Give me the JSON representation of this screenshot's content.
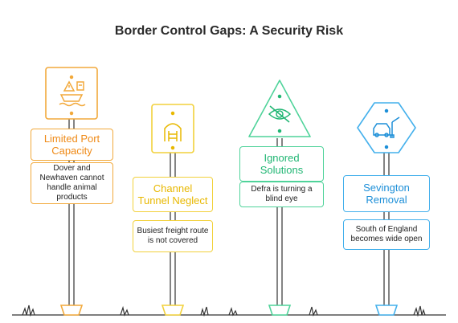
{
  "title": "Border Control Gaps: A Security Risk",
  "colors": {
    "orange": "#f2a93b",
    "yellow": "#f2d13b",
    "green": "#4fd39a",
    "blue": "#44b0ec",
    "pole": "#333333"
  },
  "signs": [
    {
      "heading": "Limited Port Capacity",
      "description": "Dover and Newhaven cannot handle animal products",
      "icon": "port-warning-icon"
    },
    {
      "heading": "Channel Tunnel Neglect",
      "description": "Busiest freight route is not covered",
      "icon": "tunnel-icon"
    },
    {
      "heading": "Ignored Solutions",
      "description": "Defra is turning a blind eye",
      "icon": "crossed-eye-icon"
    },
    {
      "heading": "Sevington Removal",
      "description": "South of England becomes wide open",
      "icon": "car-barrier-icon"
    }
  ]
}
